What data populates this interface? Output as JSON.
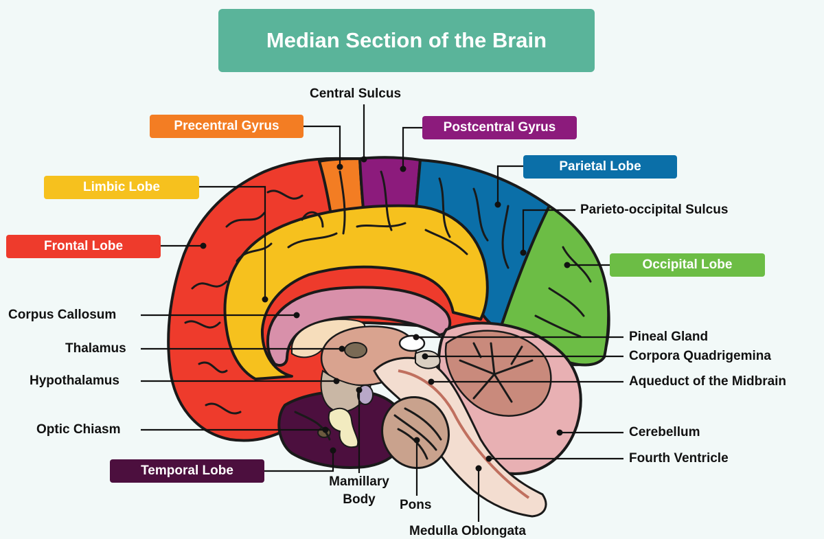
{
  "title": "Median Section of the Brain",
  "labels": {
    "central_sulcus": "Central Sulcus",
    "precentral_gyrus": "Precentral Gyrus",
    "postcentral_gyrus": "Postcentral Gyrus",
    "parietal_lobe": "Parietal Lobe",
    "limbic_lobe": "Limbic Lobe",
    "parieto_occipital_sulcus": "Parieto-occipital Sulcus",
    "frontal_lobe": "Frontal Lobe",
    "occipital_lobe": "Occipital Lobe",
    "corpus_callosum": "Corpus Callosum",
    "pineal_gland": "Pineal Gland",
    "thalamus": "Thalamus",
    "corpora_quadrigemina": "Corpora Quadrigemina",
    "hypothalamus": "Hypothalamus",
    "aqueduct_of_the_midbrain": "Aqueduct of the Midbrain",
    "optic_chiasm": "Optic Chiasm",
    "cerebellum": "Cerebellum",
    "fourth_ventricle": "Fourth Ventricle",
    "temporal_lobe": "Temporal Lobe",
    "mamillary_body_line1": "Mamillary",
    "mamillary_body_line2": "Body",
    "pons": "Pons",
    "medulla_oblongata": "Medulla Oblongata"
  },
  "colors": {
    "title_bg": "#5ab49a",
    "frontal_lobe": "#ee3b2c",
    "precentral_gyrus": "#f37d23",
    "postcentral_gyrus": "#8c1b7c",
    "parietal_lobe": "#0b6fa8",
    "limbic_lobe": "#f6c11e",
    "occipital_lobe": "#6cbd45",
    "temporal_lobe": "#4c0f3e",
    "cerebellum": "#e8b0b3",
    "arbor_vitae": "#c98a7c",
    "brainstem": "#f3ddd0",
    "corpus_callosum": "#d890aa"
  }
}
